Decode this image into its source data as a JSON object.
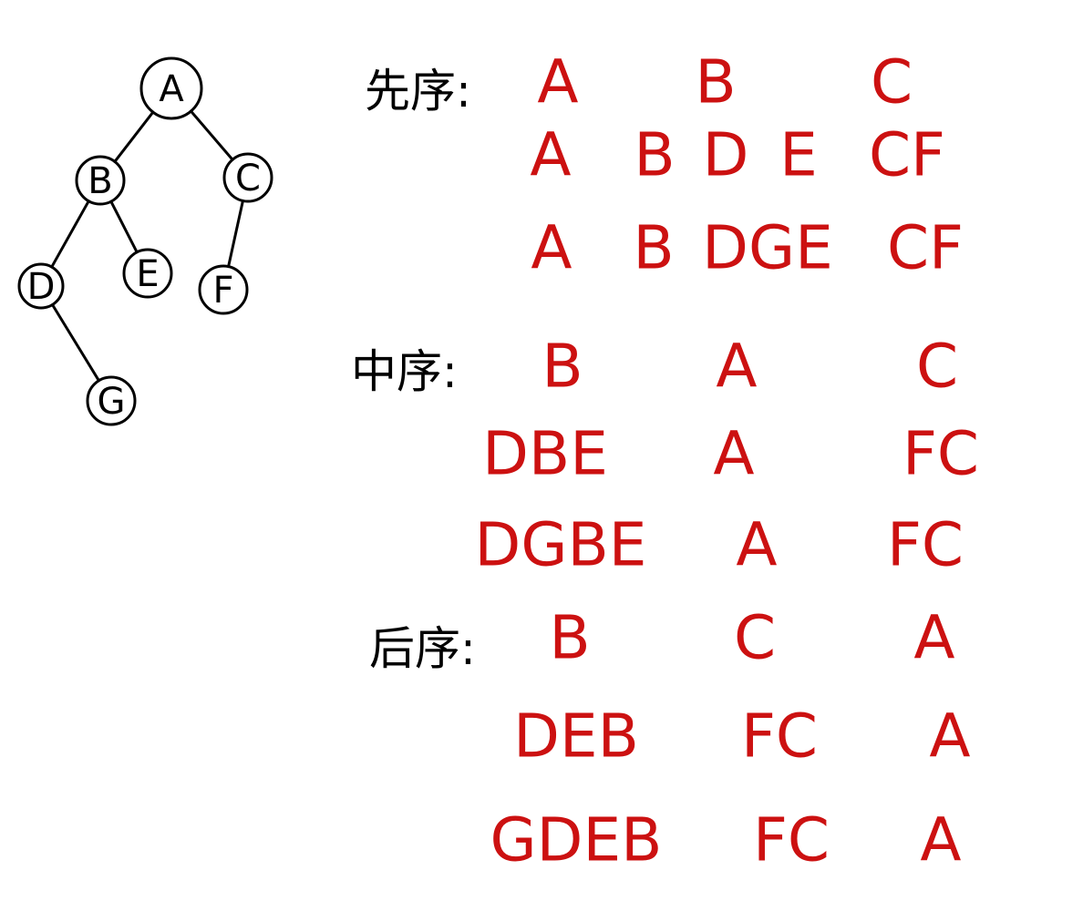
{
  "colors": {
    "ink": "#000000",
    "answer": "#cc1111",
    "background": "#ffffff"
  },
  "tree": {
    "nodes": [
      {
        "id": "A",
        "label": "A"
      },
      {
        "id": "B",
        "label": "B"
      },
      {
        "id": "C",
        "label": "C"
      },
      {
        "id": "D",
        "label": "D"
      },
      {
        "id": "E",
        "label": "E"
      },
      {
        "id": "F",
        "label": "F"
      },
      {
        "id": "G",
        "label": "G"
      }
    ],
    "edges": [
      {
        "from": "A",
        "to": "B"
      },
      {
        "from": "A",
        "to": "C"
      },
      {
        "from": "B",
        "to": "D"
      },
      {
        "from": "B",
        "to": "E"
      },
      {
        "from": "C",
        "to": "F"
      },
      {
        "from": "D",
        "to": "G"
      }
    ]
  },
  "traversals": [
    {
      "id": "preorder",
      "label": "先序:",
      "rows": [
        [
          "A",
          "B",
          "C"
        ],
        [
          "A",
          "B",
          "D",
          "E",
          "CF"
        ],
        [
          "A",
          "B",
          "DGE",
          "CF"
        ]
      ]
    },
    {
      "id": "inorder",
      "label": "中序:",
      "rows": [
        [
          "B",
          "A",
          "C"
        ],
        [
          "DBE",
          "A",
          "FC"
        ],
        [
          "DGBE",
          "A",
          "FC"
        ]
      ]
    },
    {
      "id": "postorder",
      "label": "后序:",
      "rows": [
        [
          "B",
          "C",
          "A"
        ],
        [
          "DEB",
          "FC",
          "A"
        ],
        [
          "GDEB",
          "FC",
          "A"
        ]
      ]
    }
  ]
}
